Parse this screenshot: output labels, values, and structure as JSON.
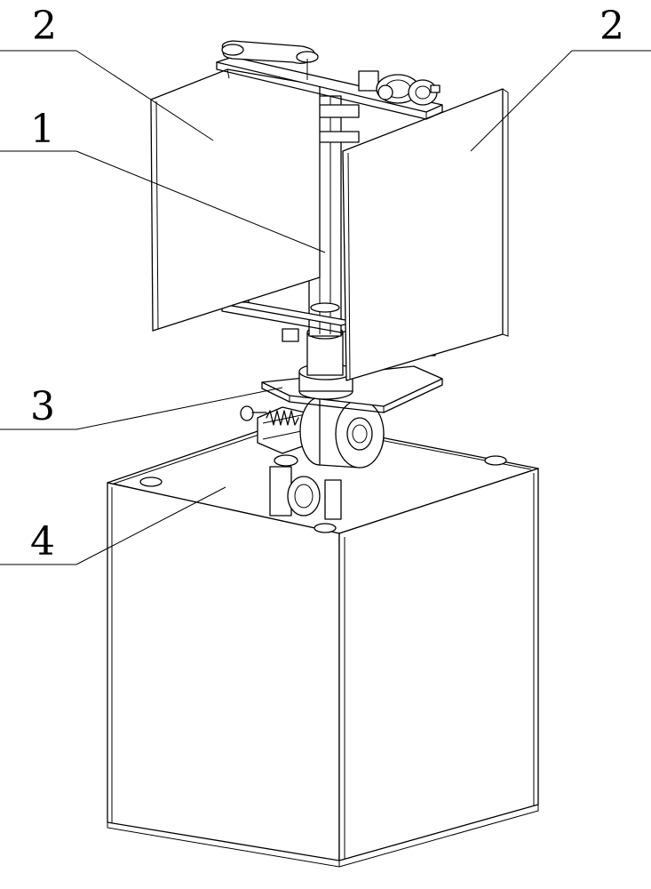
{
  "callouts": {
    "top_left": "2",
    "top_right": "2",
    "shaft": "1",
    "bracket": "3",
    "box": "4"
  }
}
